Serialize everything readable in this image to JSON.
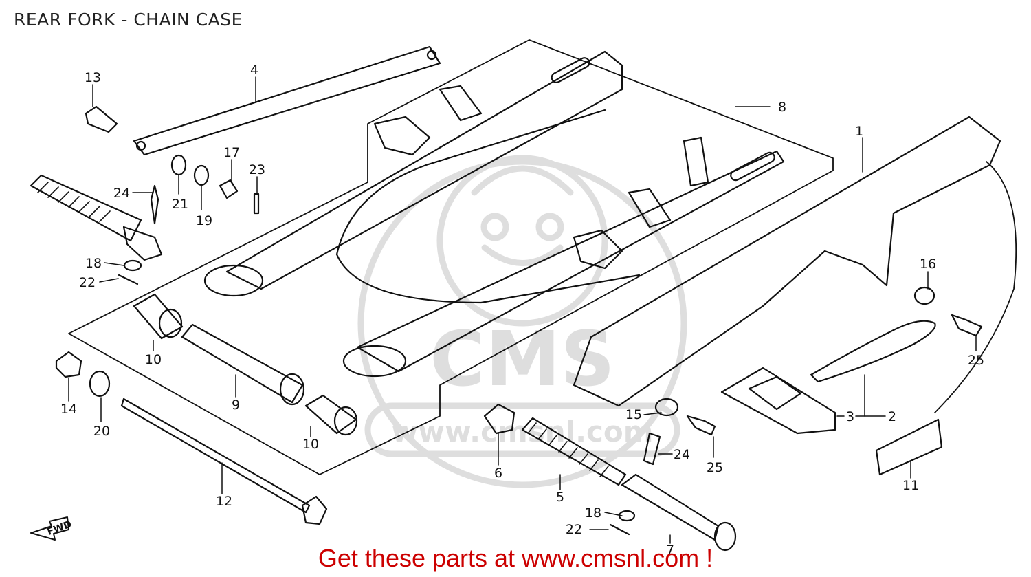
{
  "title": "REAR FORK - CHAIN CASE",
  "watermark": {
    "logo_text": "CMS",
    "url_text": "www.cmsnl.com"
  },
  "fwd_label": "FWD",
  "colors": {
    "ink": "#111111",
    "promo": "#cc0000",
    "watermark": "#dedede"
  },
  "callouts": [
    {
      "id": "c1",
      "label": "1"
    },
    {
      "id": "c2",
      "label": "2"
    },
    {
      "id": "c3",
      "label": "3"
    },
    {
      "id": "c4",
      "label": "4"
    },
    {
      "id": "c5",
      "label": "5"
    },
    {
      "id": "c6",
      "label": "6"
    },
    {
      "id": "c7",
      "label": "7"
    },
    {
      "id": "c8",
      "label": "8"
    },
    {
      "id": "c9",
      "label": "9"
    },
    {
      "id": "c10a",
      "label": "10"
    },
    {
      "id": "c10b",
      "label": "10"
    },
    {
      "id": "c11",
      "label": "11"
    },
    {
      "id": "c12",
      "label": "12"
    },
    {
      "id": "c13",
      "label": "13"
    },
    {
      "id": "c14",
      "label": "14"
    },
    {
      "id": "c15",
      "label": "15"
    },
    {
      "id": "c16",
      "label": "16"
    },
    {
      "id": "c17",
      "label": "17"
    },
    {
      "id": "c18a",
      "label": "18"
    },
    {
      "id": "c18b",
      "label": "18"
    },
    {
      "id": "c19",
      "label": "19"
    },
    {
      "id": "c20",
      "label": "20"
    },
    {
      "id": "c21",
      "label": "21"
    },
    {
      "id": "c22a",
      "label": "22"
    },
    {
      "id": "c22b",
      "label": "22"
    },
    {
      "id": "c23",
      "label": "23"
    },
    {
      "id": "c24a",
      "label": "24"
    },
    {
      "id": "c24b",
      "label": "24"
    },
    {
      "id": "c25a",
      "label": "25"
    },
    {
      "id": "c25b",
      "label": "25"
    }
  ],
  "footer": {
    "promo_text": "Get these parts at www.cmsnl.com !"
  }
}
